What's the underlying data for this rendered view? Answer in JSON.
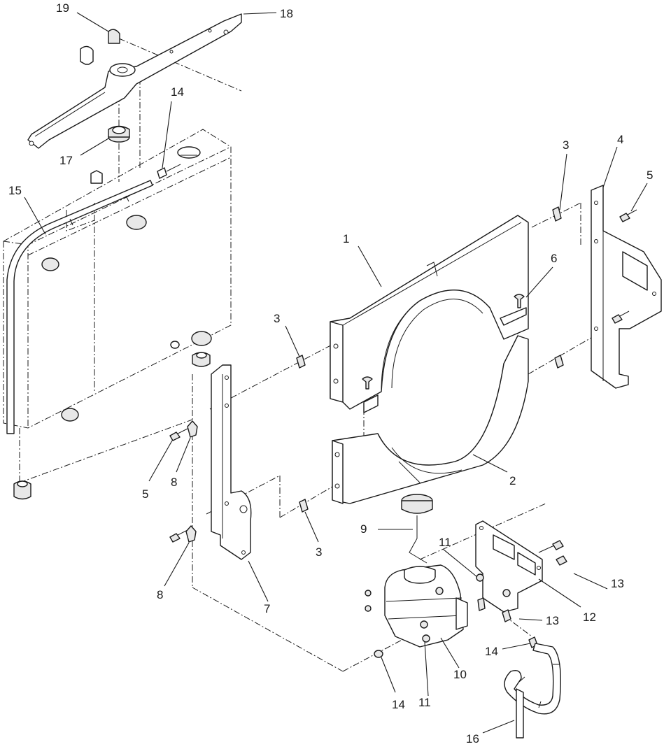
{
  "callouts": [
    {
      "id": "c1",
      "label": "1"
    },
    {
      "id": "c2",
      "label": "2"
    },
    {
      "id": "c3a",
      "label": "3"
    },
    {
      "id": "c3b",
      "label": "3"
    },
    {
      "id": "c3c",
      "label": "3"
    },
    {
      "id": "c4",
      "label": "4"
    },
    {
      "id": "c5a",
      "label": "5"
    },
    {
      "id": "c5b",
      "label": "5"
    },
    {
      "id": "c6",
      "label": "6"
    },
    {
      "id": "c7",
      "label": "7"
    },
    {
      "id": "c8a",
      "label": "8"
    },
    {
      "id": "c8b",
      "label": "8"
    },
    {
      "id": "c9",
      "label": "9"
    },
    {
      "id": "c10",
      "label": "10"
    },
    {
      "id": "c11a",
      "label": "11"
    },
    {
      "id": "c11b",
      "label": "11"
    },
    {
      "id": "c12",
      "label": "12"
    },
    {
      "id": "c13a",
      "label": "13"
    },
    {
      "id": "c13b",
      "label": "13"
    },
    {
      "id": "c14a",
      "label": "14"
    },
    {
      "id": "c14b",
      "label": "14"
    },
    {
      "id": "c14c",
      "label": "14"
    },
    {
      "id": "c15",
      "label": "15"
    },
    {
      "id": "c16",
      "label": "16"
    },
    {
      "id": "c17",
      "label": "17"
    },
    {
      "id": "c18",
      "label": "18"
    },
    {
      "id": "c19",
      "label": "19"
    }
  ]
}
